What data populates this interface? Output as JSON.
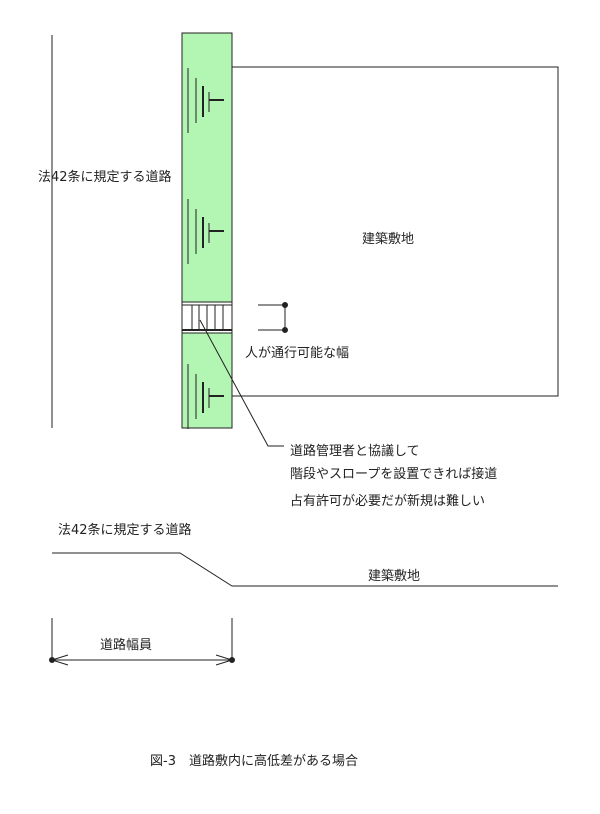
{
  "plan": {
    "road_label": "法42条に規定する道路",
    "site_label": "建築敷地",
    "passable_width_label": "人が通行可能な幅",
    "note_lines": [
      "道路管理者と協議して",
      "階段やスロープを設置できれば接道",
      "占有許可が必要だが新規は難しい"
    ]
  },
  "section": {
    "road_label": "法42条に規定する道路",
    "site_label": "建築敷地",
    "road_width_label": "道路幅員"
  },
  "caption": "図-3　道路敷内に高低差がある場合",
  "colors": {
    "road_strip": "#b3f5b3",
    "line": "#222222"
  }
}
